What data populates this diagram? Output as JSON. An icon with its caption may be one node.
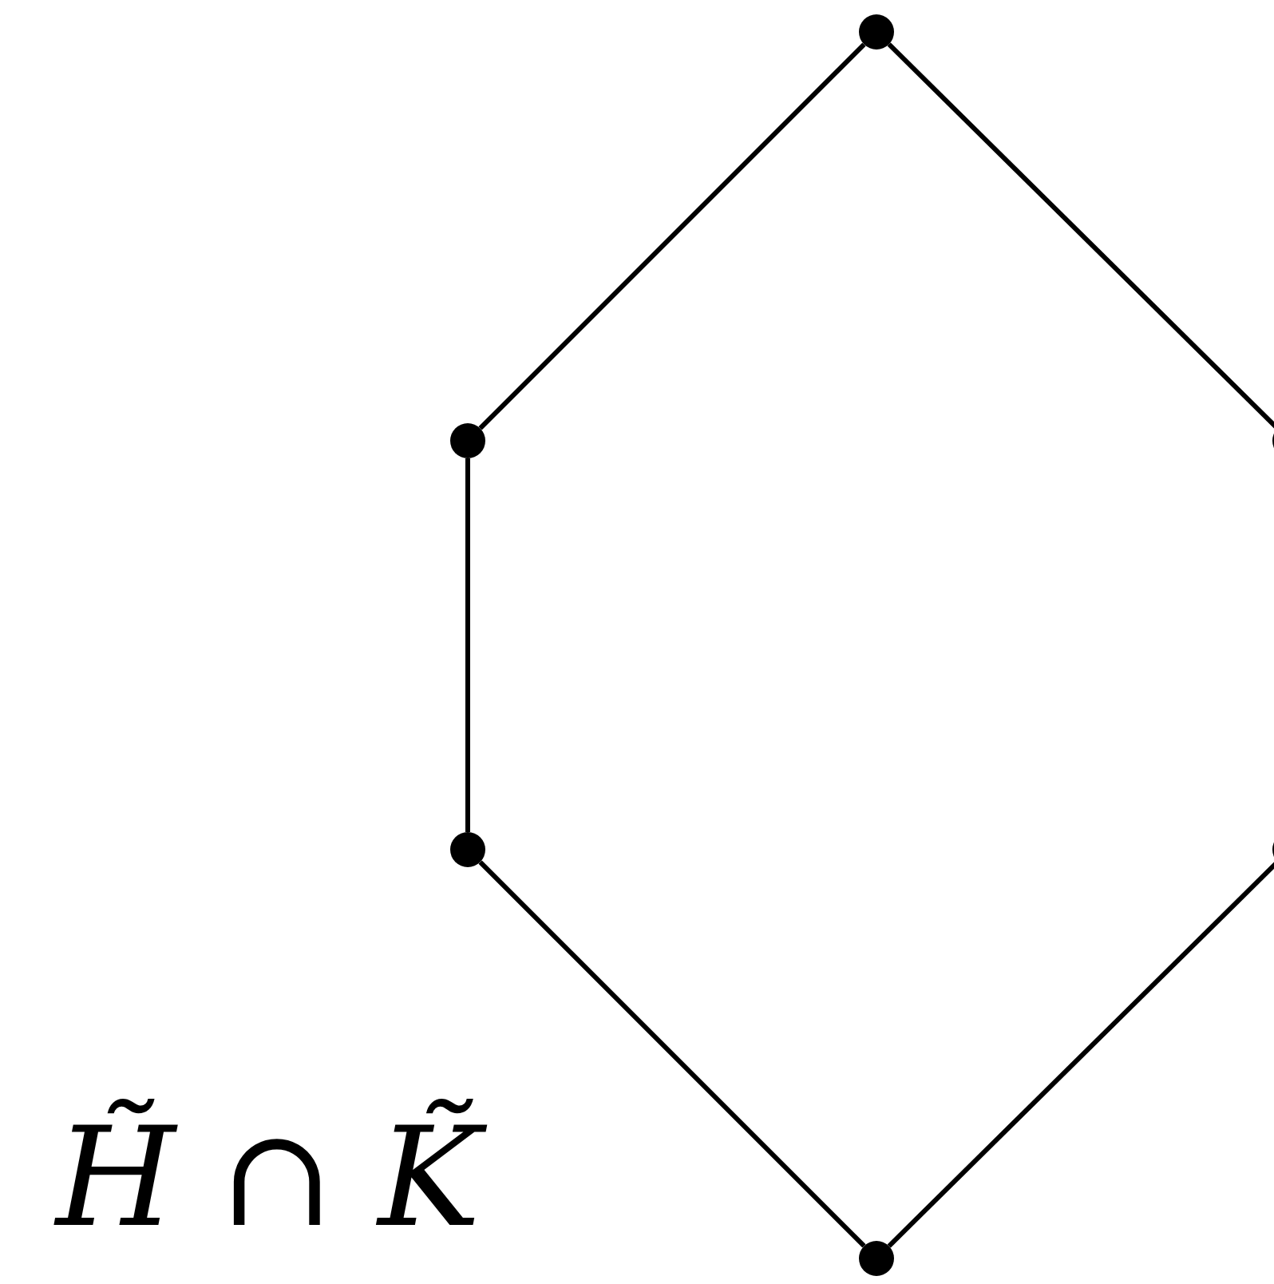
{
  "diagram": {
    "nodes": [
      {
        "text": [],
        "shape": "circle"
      },
      {
        "text": [],
        "shape": "circle"
      },
      {
        "text": [],
        "shape": "circle"
      },
      {
        "text": [],
        "shape": "circle"
      },
      {
        "text": [],
        "shape": "circle"
      },
      {
        "text": [],
        "shape": "circle",
        "beside": [
          "H̃ ∩ K̃"
        ]
      }
    ],
    "edges": [
      {
        "from": 0,
        "to": 1,
        "arrow": "none"
      },
      {
        "from": 0,
        "to": 2,
        "arrow": "none"
      },
      {
        "from": 1,
        "to": 3,
        "arrow": "none"
      },
      {
        "from": 3,
        "to": 5,
        "arrow": "none"
      },
      {
        "from": 4,
        "to": 5,
        "arrow": "none"
      }
    ]
  }
}
